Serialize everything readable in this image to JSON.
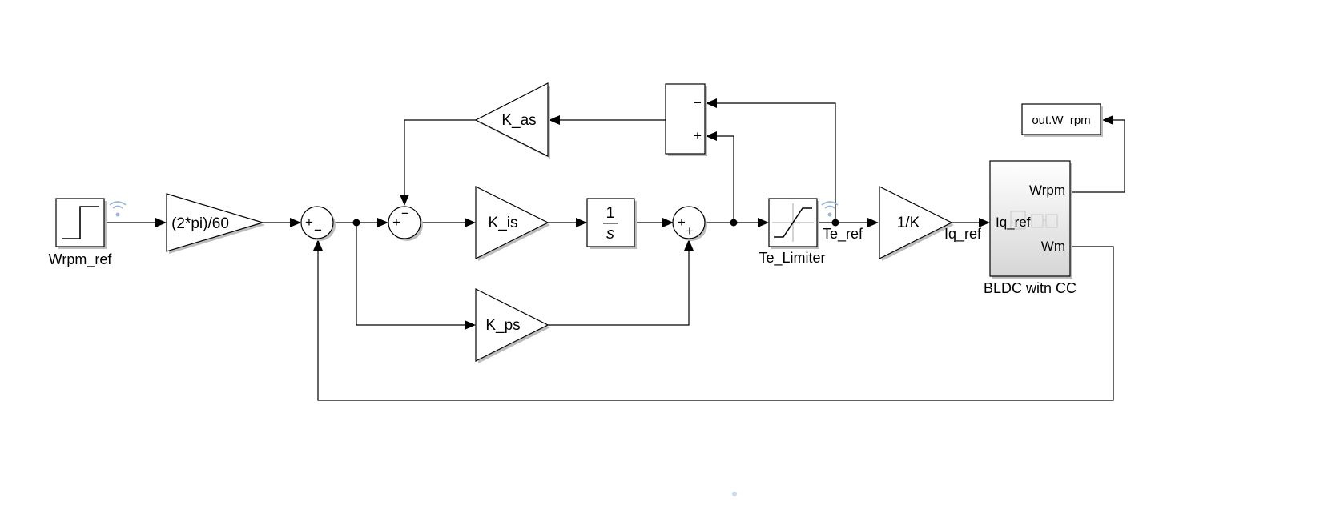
{
  "blocks": {
    "step": {
      "label": "Wrpm_ref"
    },
    "gain_conv": {
      "text": "(2*pi)/60"
    },
    "sum1": {
      "signs": [
        "+",
        "−"
      ]
    },
    "sum2": {
      "signs": [
        "+",
        "−"
      ]
    },
    "gain_is": {
      "text": "K_is"
    },
    "integrator": {
      "num": "1",
      "den": "s"
    },
    "sum3": {
      "signs": [
        "+",
        "+"
      ]
    },
    "gain_ps": {
      "text": "K_ps"
    },
    "gain_as": {
      "text": "K_as"
    },
    "sum_aw": {
      "signs": [
        "−",
        "+"
      ]
    },
    "saturation": {
      "label": "Te_Limiter"
    },
    "gain_invk": {
      "text": "1/K"
    },
    "subsystem": {
      "label": "BLDC witn CC",
      "ports_in": [
        "Iq_ref"
      ],
      "ports_out": [
        "Wrpm",
        "Wm"
      ]
    },
    "out_block": {
      "text": "out.W_rpm"
    }
  },
  "signals": {
    "te_ref": "Te_ref",
    "iq_ref": "Iq_ref"
  },
  "colors": {
    "subsystem_top": "#ffffff",
    "subsystem_bottom": "#d9d9d9",
    "logging_icon": "#9db6d6"
  }
}
